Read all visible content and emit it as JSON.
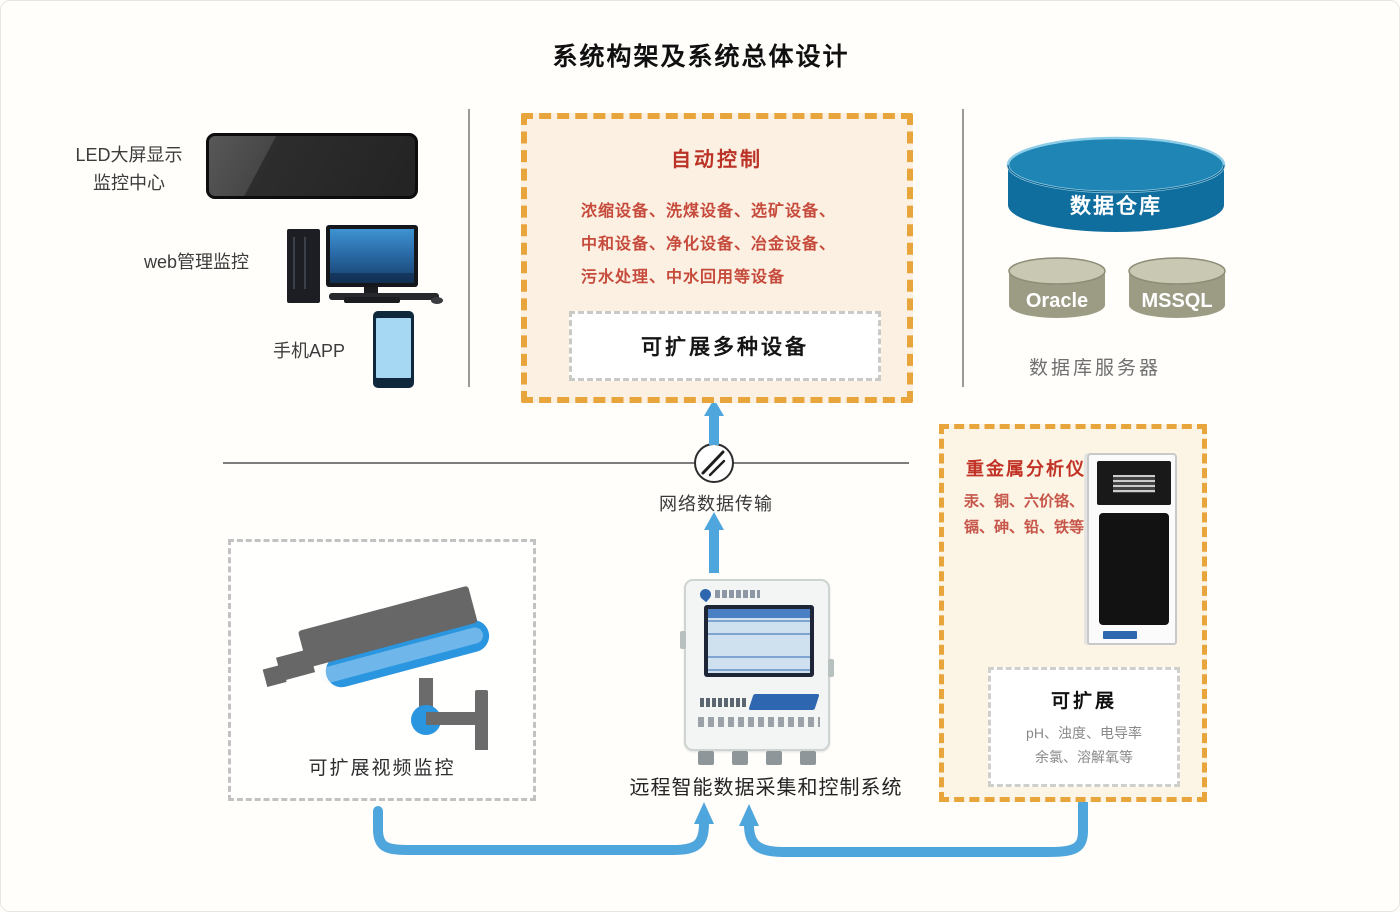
{
  "title": "系统构架及系统总体设计",
  "left_panel": {
    "led_label_line1": "LED大屏显示",
    "led_label_line2": "监控中心",
    "web_label": "web管理监控",
    "app_label": "手机APP"
  },
  "auto_control": {
    "heading": "自动控制",
    "lines": [
      "浓缩设备、洗煤设备、选矿设备、",
      "中和设备、净化设备、冶金设备、",
      "污水处理、中水回用等设备"
    ],
    "expand_label": "可扩展多种设备",
    "border_color": "#E8A53C",
    "background_color": "#FBF0E2",
    "heading_color": "#BB3327"
  },
  "database": {
    "warehouse_label": "数据仓库",
    "cylinders": [
      "Oracle",
      "MSSQL"
    ],
    "server_label": "数据库服务器",
    "warehouse_color": "#0F6E9E",
    "cylinder_color": "#9C9B84"
  },
  "network": {
    "label": "网络数据传输"
  },
  "video": {
    "label": "可扩展视频监控"
  },
  "collector": {
    "label": "远程智能数据采集和控制系统"
  },
  "heavy_metal": {
    "heading": "重金属分析仪",
    "lines": [
      "汞、铜、六价铬、",
      "镉、砷、铅、铁等"
    ],
    "expand": {
      "heading": "可扩展",
      "lines": [
        "pH、浊度、电导率",
        "余氯、溶解氧等"
      ]
    }
  },
  "colors": {
    "arrow_blue": "#4FA6DC",
    "line_gray": "#8a8a8a"
  }
}
